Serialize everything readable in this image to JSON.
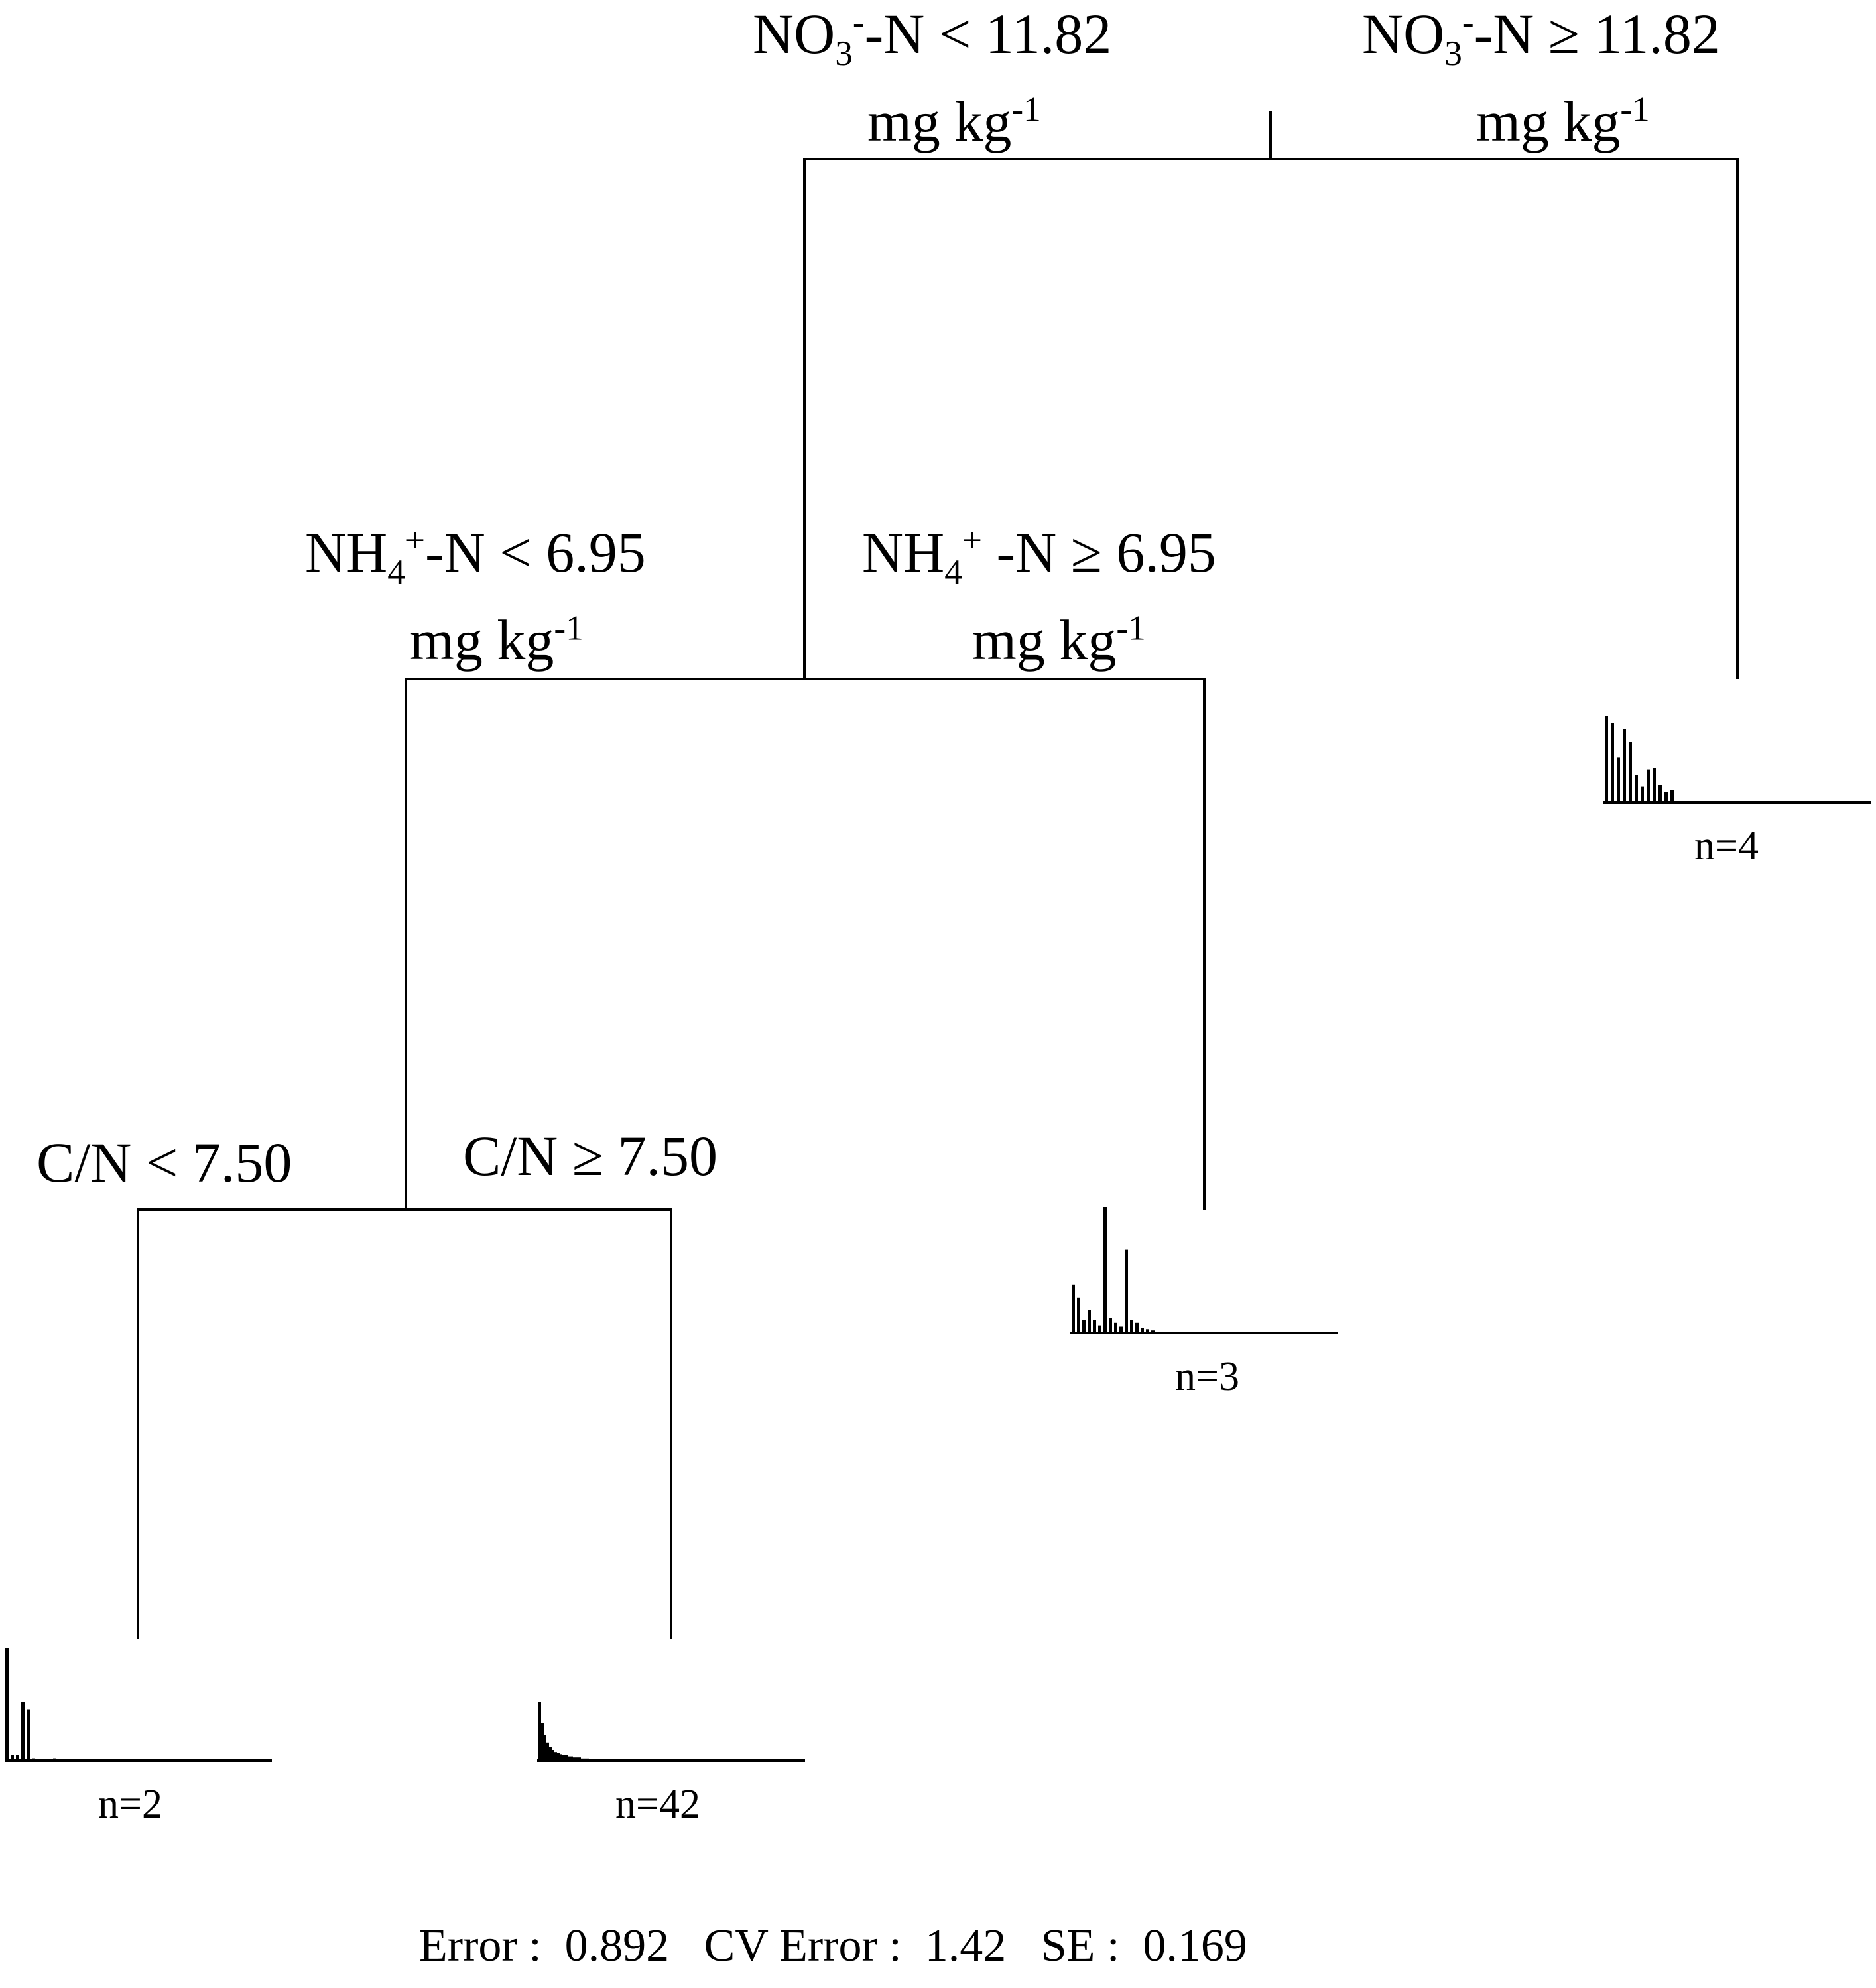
{
  "splits": [
    {
      "left": {
        "var": "NO",
        "sub": "3",
        "sup": "-",
        "rest": "-N < 11.82",
        "unit": "mg kg",
        "unit_sup": "-1"
      },
      "right": {
        "var": "NO",
        "sub": "3",
        "sup": "-",
        "rest": "-N ≥ 11.82",
        "unit": "mg kg",
        "unit_sup": "-1"
      }
    },
    {
      "left": {
        "var": "NH",
        "sub": "4",
        "sup": "+",
        "rest": "-N < 6.95",
        "unit": "mg kg",
        "unit_sup": "-1"
      },
      "right": {
        "var": "NH",
        "sub": "4",
        "sup": "+",
        "rest": " -N ≥ 6.95",
        "unit": "mg kg",
        "unit_sup": "-1"
      }
    },
    {
      "left": {
        "text": "C/N < 7.50"
      },
      "right": {
        "text": "C/N ≥ 7.50"
      }
    }
  ],
  "leaves": [
    {
      "label": "n=2",
      "bars": [
        1.0,
        0.05,
        0.05,
        0.52,
        0.45,
        0.02,
        0.01,
        0.0,
        0.01,
        0.02
      ]
    },
    {
      "label": "n=42",
      "bars": [
        0.55,
        0.35,
        0.24,
        0.17,
        0.13,
        0.1,
        0.08,
        0.07,
        0.06,
        0.05,
        0.05,
        0.04,
        0.04,
        0.03,
        0.03,
        0.03,
        0.02,
        0.02,
        0.02
      ]
    },
    {
      "label": "n=3",
      "bars": [
        0.38,
        0.28,
        0.1,
        0.18,
        0.1,
        0.06,
        1.0,
        0.12,
        0.08,
        0.05,
        0.66,
        0.1,
        0.08,
        0.04,
        0.03,
        0.02
      ]
    },
    {
      "label": "n=4",
      "bars": [
        1.0,
        0.92,
        0.52,
        0.85,
        0.7,
        0.32,
        0.18,
        0.38,
        0.4,
        0.2,
        0.12,
        0.14
      ]
    }
  ],
  "footer": "Error :  0.892   CV Error :  1.42   SE :  0.169"
}
